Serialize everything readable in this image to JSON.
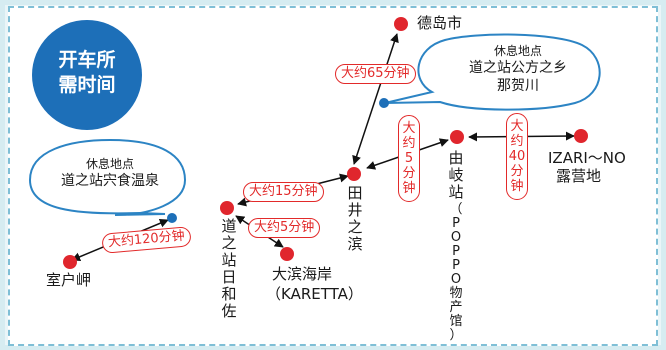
{
  "title": [
    "开车所",
    "需时间"
  ],
  "rest_stops": [
    {
      "heading": "休息地点",
      "lines": [
        "道之站宍食温泉"
      ]
    },
    {
      "heading": "休息地点",
      "lines": [
        "道之站公方之乡",
        "那贺川"
      ]
    }
  ],
  "places": {
    "murotomisaki": "室户岬",
    "michinoeki_hiwasa": "道之站日和佐",
    "ohama_kaigan": "大滨海岸",
    "karetta": "（KARETTA）",
    "tainohama": "田井之滨",
    "tokushima": "德岛市",
    "yuki_station": "由岐站",
    "poppo": "（POPPO物产馆）",
    "izari_line1": "IZARI～NO",
    "izari_line2": "露营地"
  },
  "travel_times": {
    "t120": "大约120分钟",
    "t15": "大约15分钟",
    "t5h": "大约5分钟",
    "t65": "大约65分钟",
    "t5v": "大约5分钟",
    "t40": "大约40分钟"
  },
  "colors": {
    "badge": "#1d6fb8",
    "place_dot": "#e0262d",
    "rest_dot": "#1d6fb8",
    "time_label": "#e22a2a",
    "bubble_border": "#2c84c4"
  }
}
